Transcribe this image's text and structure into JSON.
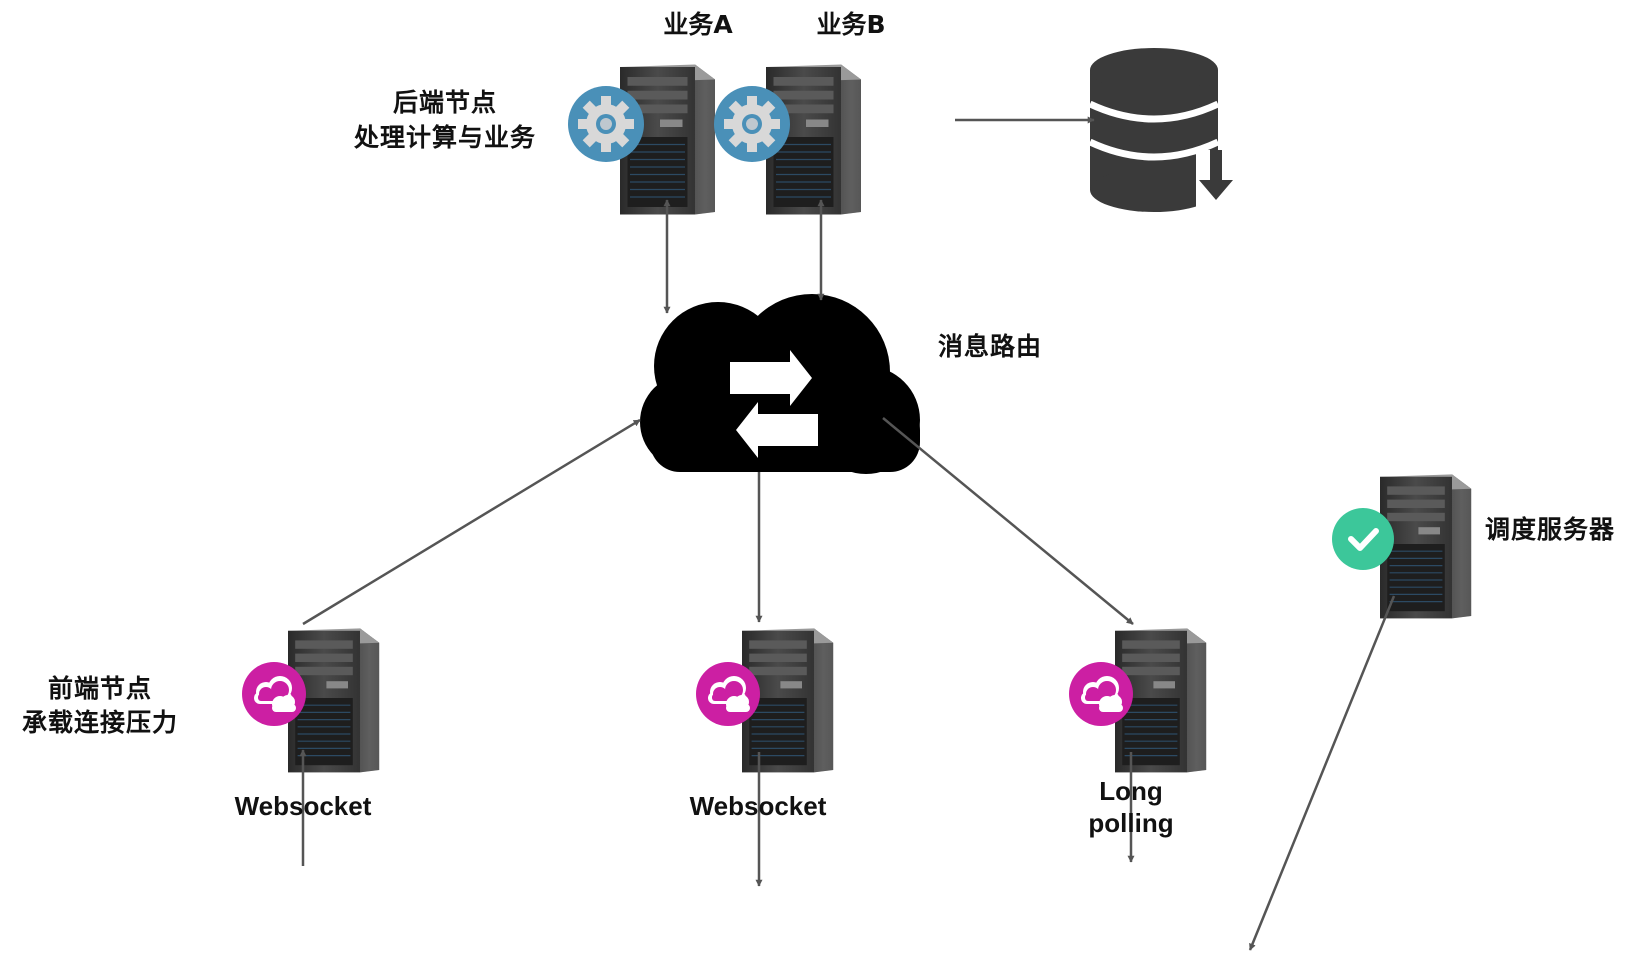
{
  "labels": {
    "service_a": "业务A",
    "service_b": "业务B",
    "backend_title": "后端节点",
    "backend_desc": "处理计算与业务",
    "router": "消息路由",
    "scheduler": "调度服务器",
    "frontend_title": "前端节点",
    "frontend_desc": "承载连接压力",
    "protocol_1": "Websocket",
    "protocol_2": "Websocket",
    "protocol_3_line1": "Long",
    "protocol_3_line2": "polling"
  },
  "icons": {
    "backend_badge": "gear-icon",
    "frontend_badge": "cloud-icon",
    "scheduler_badge": "check-icon",
    "storage": "database-download-icon",
    "router": "cloud-swap-icon"
  },
  "colors": {
    "gear_badge": "#4a90b8",
    "cloud_badge": "#cc1fa3",
    "check_badge": "#3cc79a",
    "arrow": "#555555",
    "router_cloud": "#000000",
    "database": "#3a3a3a"
  }
}
